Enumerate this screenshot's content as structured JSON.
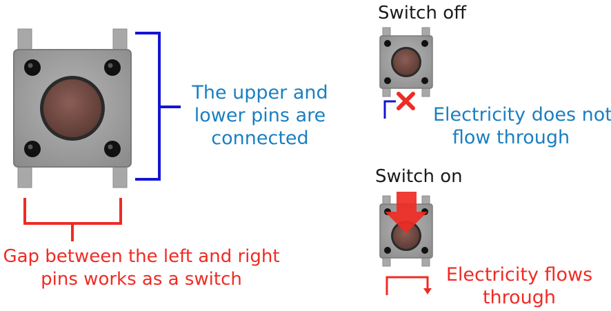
{
  "colors": {
    "bracket_blue": "#1414d2",
    "label_blue": "#1a7fc1",
    "accent_red": "#ef2b24",
    "body_gray": "#9a9a9a",
    "pin_gray": "#a8a8a8",
    "button_brown": "#7a5048"
  },
  "labels": {
    "connected": [
      "The upper and",
      "lower pins are",
      "connected"
    ],
    "gap": [
      "Gap between the left and right",
      "pins works as a switch"
    ],
    "switch_off": "Switch off",
    "no_flow": [
      "Electricity does not",
      "flow through"
    ],
    "switch_on": "Switch on",
    "flows": [
      "Electricity flows",
      "through"
    ]
  },
  "icons": {
    "cross": "x-cross-icon",
    "press": "down-arrow-icon"
  }
}
